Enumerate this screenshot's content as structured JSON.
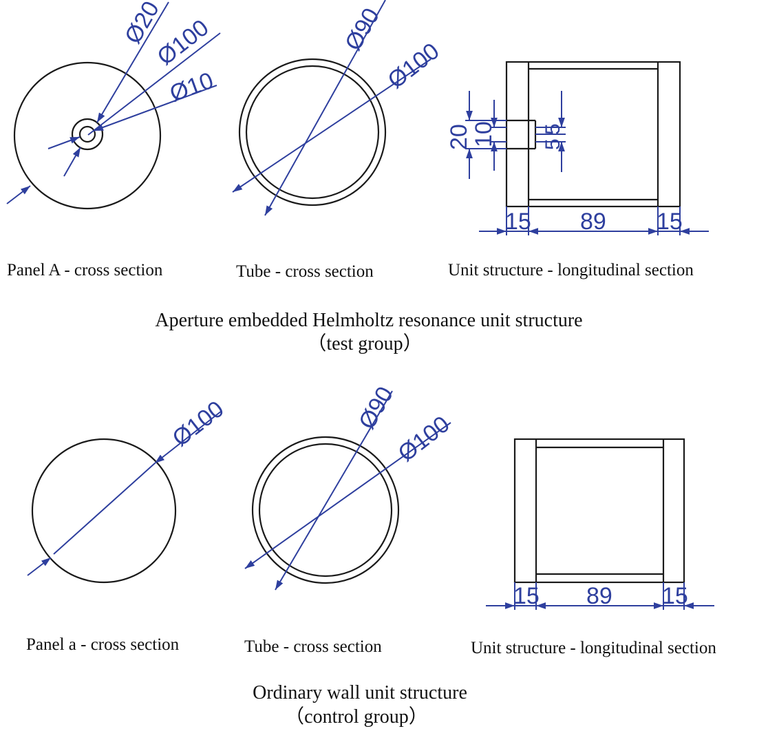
{
  "test_group": {
    "panel": {
      "caption": "Panel A - cross section",
      "dims": [
        "Ø20",
        "Ø100",
        "Ø10"
      ]
    },
    "tube": {
      "caption": "Tube - cross section",
      "dims": [
        "Ø90",
        "Ø100"
      ]
    },
    "unit": {
      "caption": "Unit structure - longitudinal section",
      "dims": [
        "20",
        "10",
        "5",
        "5",
        "15",
        "89",
        "15"
      ]
    },
    "title": "Aperture embedded Helmholtz resonance unit structure",
    "subtitle": "（test group）"
  },
  "control_group": {
    "panel": {
      "caption": "Panel a - cross section",
      "dims": [
        "Ø100"
      ]
    },
    "tube": {
      "caption": "Tube - cross section",
      "dims": [
        "Ø90",
        "Ø100"
      ]
    },
    "unit": {
      "caption": "Unit structure - longitudinal section",
      "dims": [
        "15",
        "89",
        "15"
      ]
    },
    "title": "Ordinary wall unit structure",
    "subtitle": "（control group）"
  },
  "colors": {
    "dimension": "#2e3f9e",
    "outline": "#1a1a1a"
  }
}
